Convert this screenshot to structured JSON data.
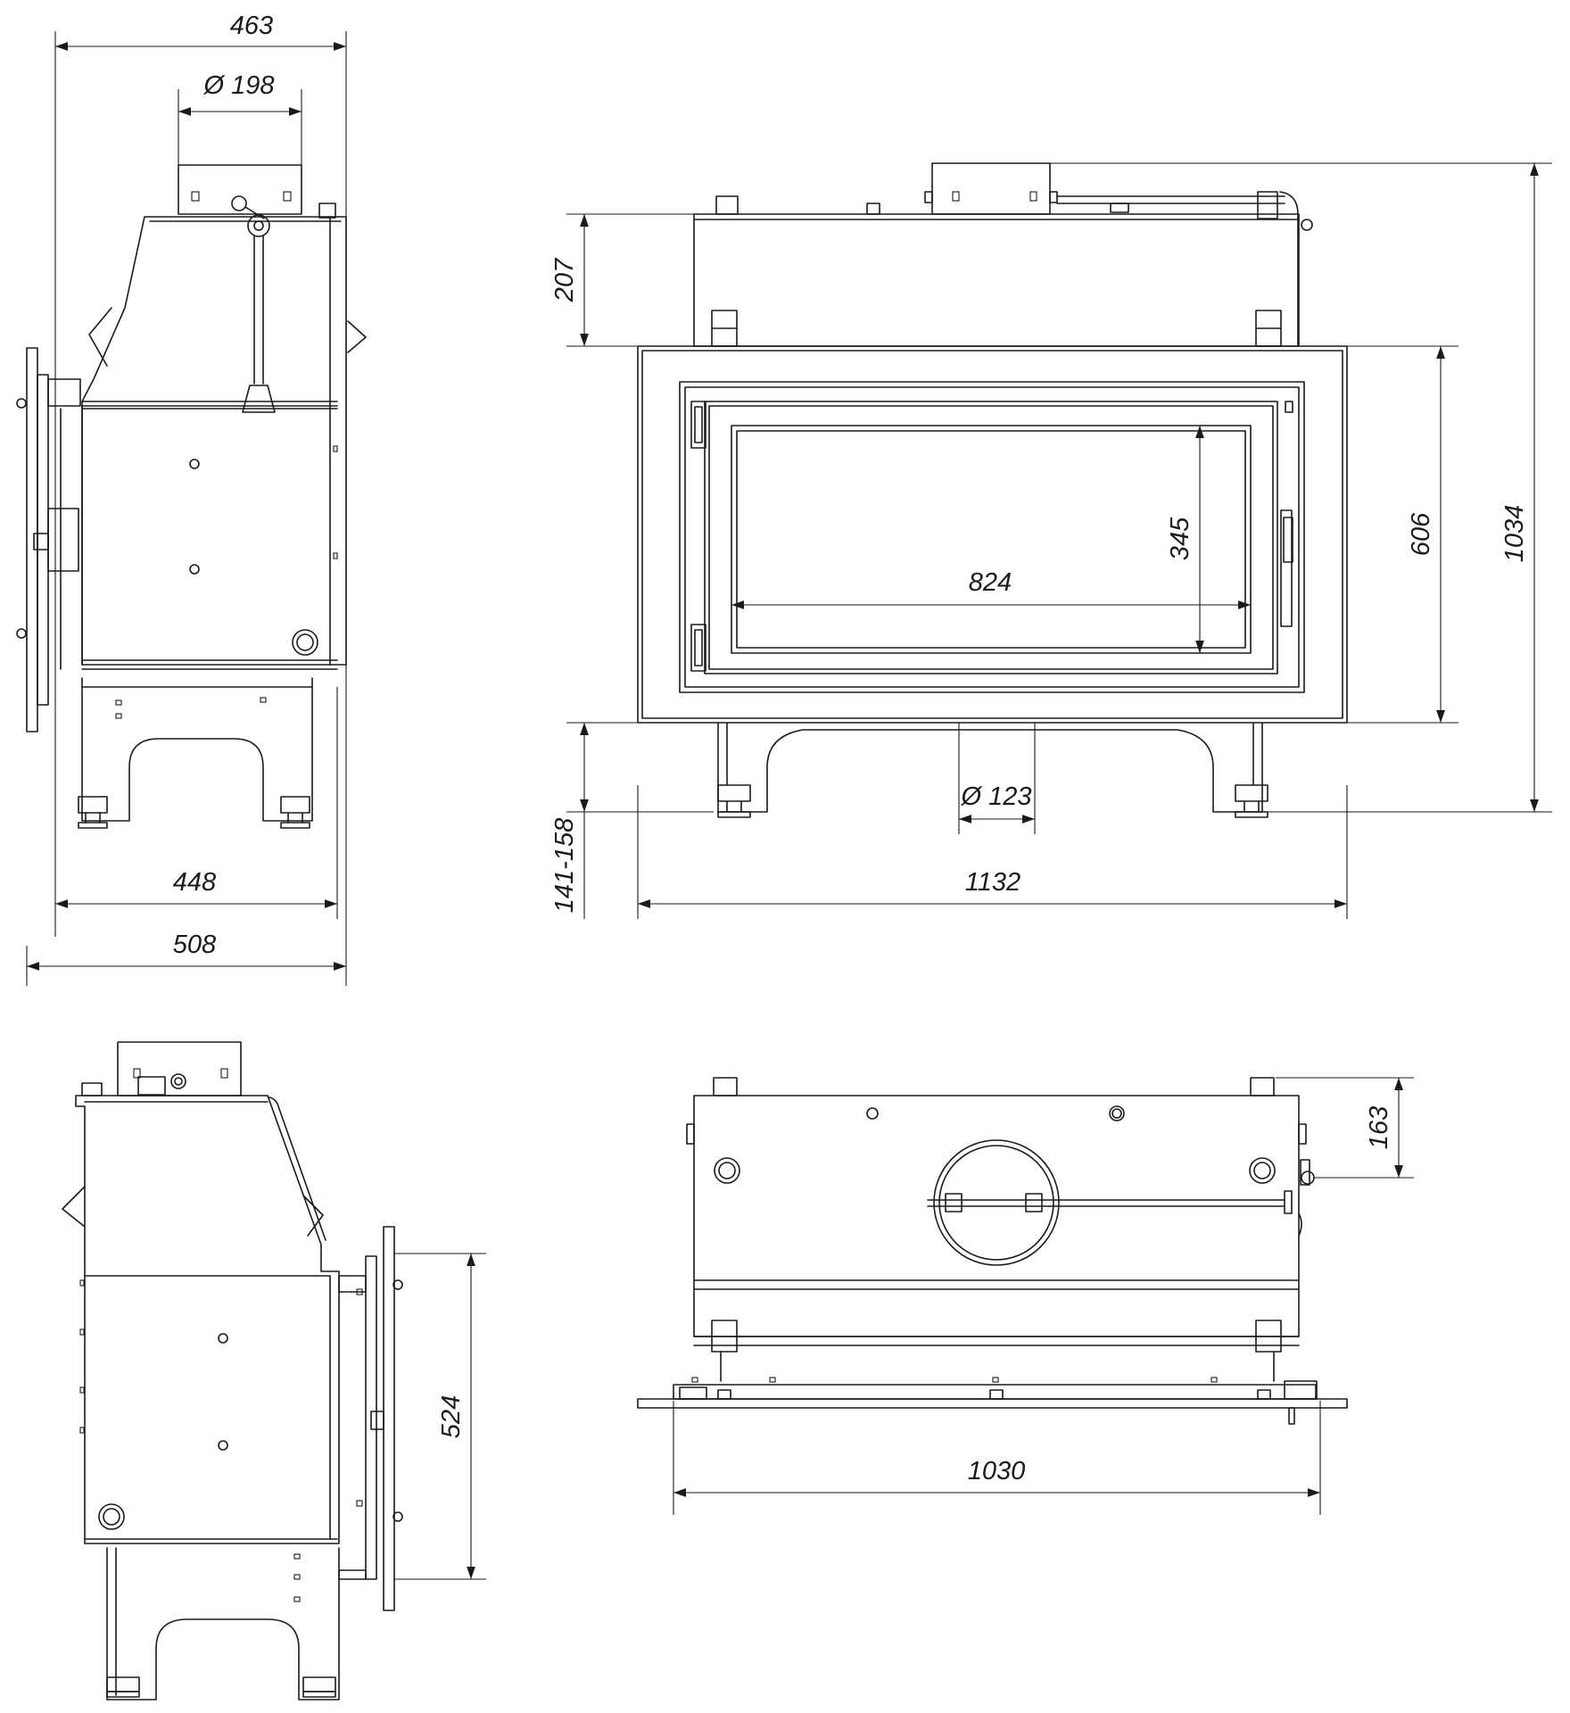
{
  "dimensions": {
    "side_total_depth": "463",
    "side_flue_diameter": "Ø 198",
    "side_base_depth": "448",
    "side_overall_depth": "508",
    "front_top_height": "207",
    "front_total_height": "1034",
    "front_frame_height": "606",
    "front_glass_height": "345",
    "front_glass_width": "824",
    "front_air_diameter": "Ø 123",
    "front_leg_height": "141-158",
    "front_total_width": "1132",
    "rear_side_height": "524",
    "top_offset": "163",
    "top_width": "1030"
  },
  "colors": {
    "line": "#1a1a1a",
    "background": "#ffffff"
  }
}
